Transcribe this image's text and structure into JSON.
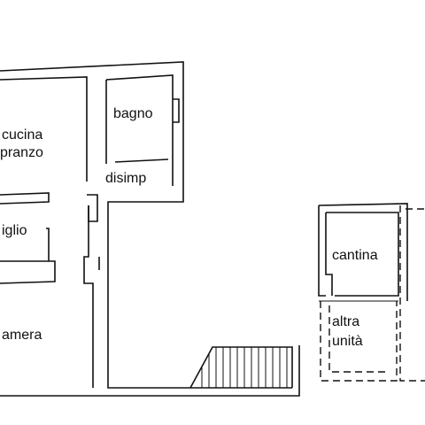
{
  "rooms": {
    "cucina": "cucina",
    "pranzo": "pranzo",
    "bagno": "bagno",
    "disimp": "disimp",
    "ripostiglio": "iglio",
    "camera": "amera",
    "cantina": "cantina",
    "altra_line1": "altra",
    "altra_line2": "unità"
  }
}
